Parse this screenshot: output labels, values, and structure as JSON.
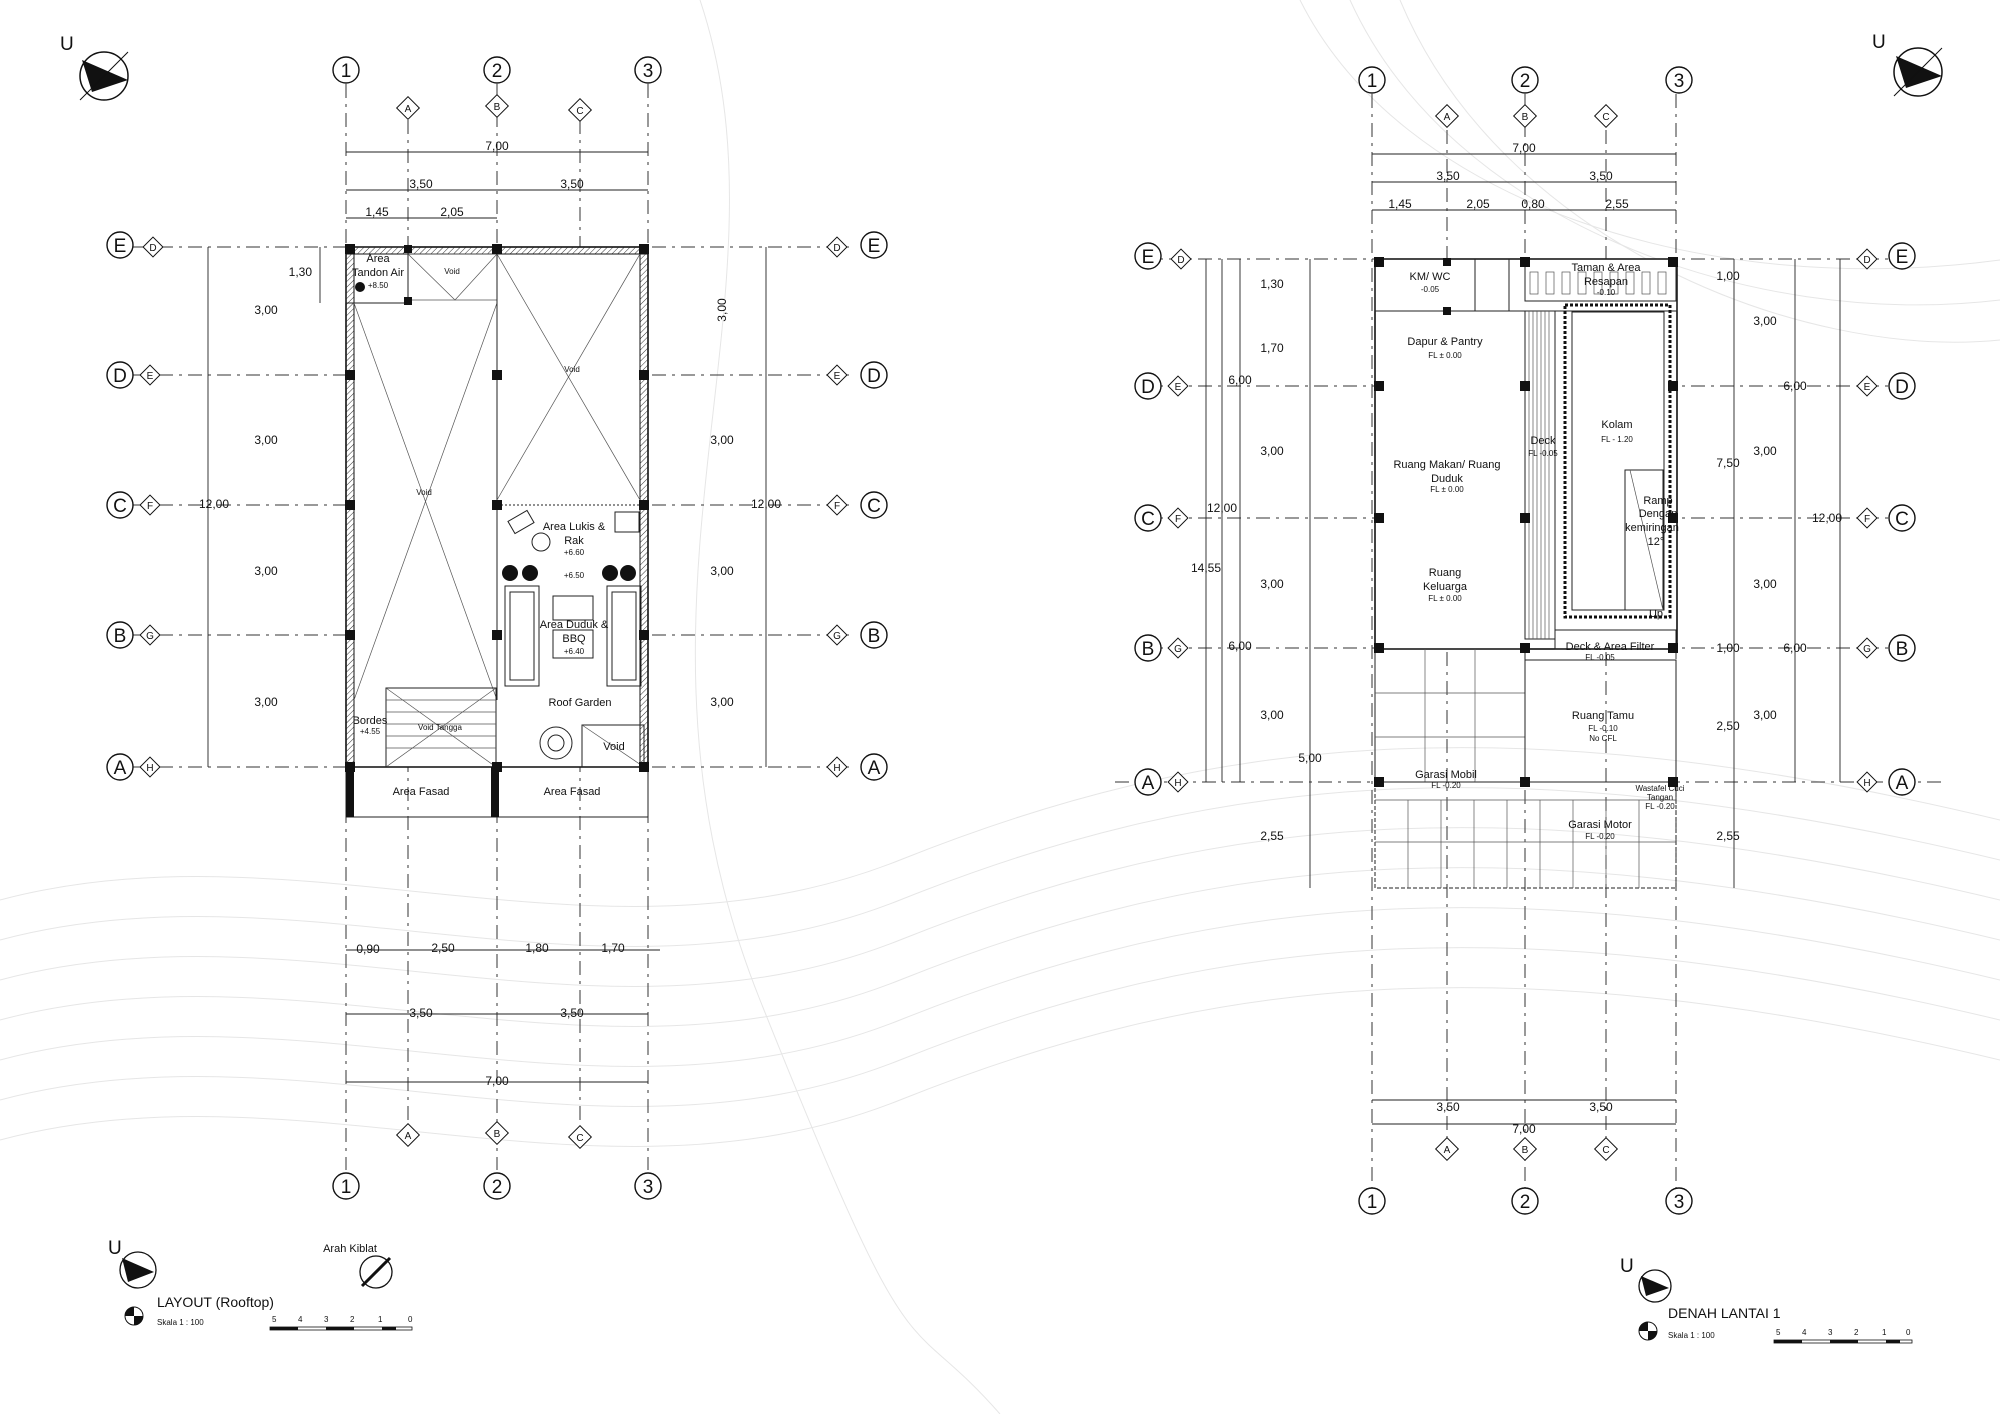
{
  "north_label": "U",
  "grid_cols": [
    "1",
    "2",
    "3"
  ],
  "grid_rows": [
    "E",
    "D",
    "C",
    "B",
    "A"
  ],
  "sub_cols": [
    "A",
    "B",
    "C"
  ],
  "sub_rows": [
    "D",
    "E",
    "F",
    "G",
    "H"
  ],
  "rooftop": {
    "title": "LAYOUT (Rooftop)",
    "scale": "Skala 1 : 100",
    "scale_ticks": [
      "5",
      "4",
      "3",
      "2",
      "1",
      "0"
    ],
    "kiblat": "Arah Kiblat",
    "dims": {
      "total_w": "7,00",
      "half_a": "3,50",
      "half_b": "3,50",
      "w1": "1,45",
      "w2": "2,05",
      "b1": "0,90",
      "b2": "2,50",
      "b3": "1,80",
      "b4": "1,70",
      "h130": "1,30",
      "row": "3,00",
      "total_h": "12,00"
    },
    "rooms": {
      "area_air_1": "Area",
      "area_air_2": "Tandon Air",
      "area_air_lvl": "+8.50",
      "void": "Void",
      "lukis_1": "Area Lukis &",
      "lukis_2": "Rak",
      "lukis_lvl": "+6.60",
      "lvl_650": "+6.50",
      "duduk_1": "Area Duduk &",
      "duduk_2": "BBQ",
      "duduk_lvl": "+6.40",
      "roof_garden": "Roof Garden",
      "bordes": "Bordes",
      "bordes_lvl": "+4.55",
      "void_tangga": "Void Tangga",
      "fasad": "Area Fasad"
    }
  },
  "ground": {
    "title": "DENAH LANTAI 1",
    "scale": "Skala 1 : 100",
    "scale_ticks": [
      "5",
      "4",
      "3",
      "2",
      "1",
      "0"
    ],
    "dims": {
      "total_w": "7,00",
      "half_a": "3,50",
      "half_b": "3,50",
      "w1": "1,45",
      "w2": "2,05",
      "w3": "0,80",
      "w4": "2,55",
      "h130": "1,30",
      "h170": "1,70",
      "row": "3,00",
      "h600": "6,00",
      "h1200": "12,00",
      "h1455": "14,55",
      "h500": "5,00",
      "h255": "2,55",
      "r100": "1,00",
      "r750": "7,50",
      "r250": "2,50"
    },
    "rooms": {
      "kmwc": "KM/ WC",
      "kmwc_lvl": "-0.05",
      "taman_1": "Taman & Area",
      "taman_2": "Resapan",
      "taman_lvl": "-0.10",
      "dapur": "Dapur & Pantry",
      "dapur_lvl": "FL ± 0.00",
      "deck": "Deck",
      "deck_lvl": "FL -0.05",
      "kolam": "Kolam",
      "kolam_lvl": "FL - 1.20",
      "makan_1": "Ruang Makan/ Ruang",
      "makan_2": "Duduk",
      "makan_lvl": "FL ± 0.00",
      "ramp_1": "Ramp",
      "ramp_2": "Dengan",
      "ramp_3": "kemiringan",
      "ramp_4": "12°",
      "keluarga_1": "Ruang",
      "keluarga_2": "Keluarga",
      "keluarga_lvl": "FL ± 0.00",
      "up": "Up",
      "deck_filter": "Deck & Area Filter",
      "deck_filter_lvl": "FL -0.05",
      "tamu": "Ruang Tamu",
      "tamu_lvl": "FL -0.10",
      "tamu_note": "No CFL",
      "garasi_mobil": "Garasi Mobil",
      "garasi_mobil_lvl": "FL -0.20",
      "wastafel_1": "Wastafel Cuci",
      "wastafel_2": "Tangan",
      "wastafel_lvl": "FL -0.20",
      "garasi_motor": "Garasi Motor",
      "garasi_motor_lvl": "FL -0.20"
    }
  }
}
